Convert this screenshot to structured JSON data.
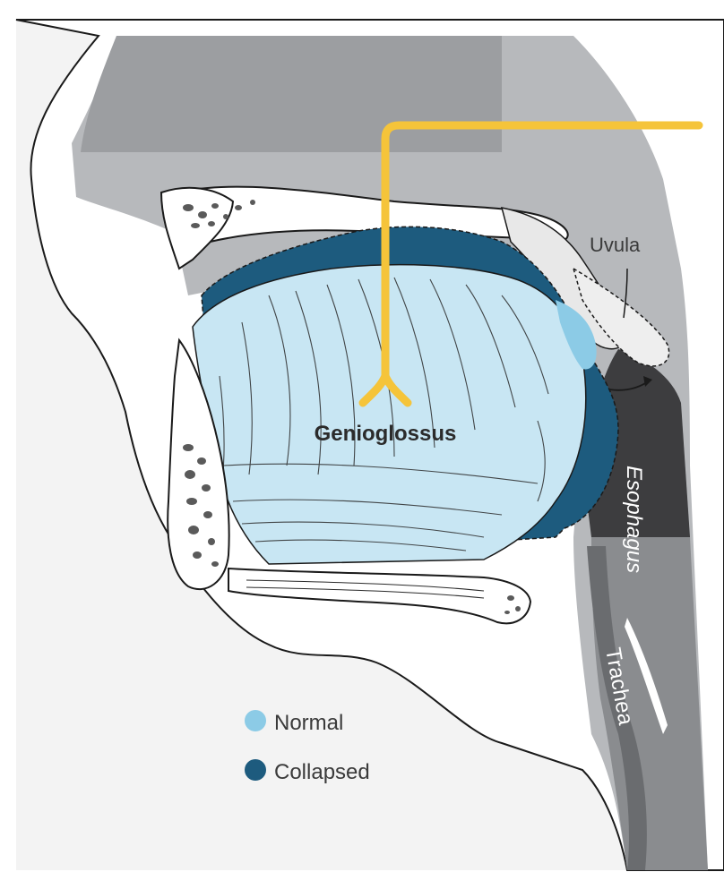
{
  "labels": {
    "uvula": "Uvula",
    "genioglossus": "Genioglossus",
    "esophagus": "Esophagus",
    "trachea": "Trachea"
  },
  "legend": {
    "items": [
      {
        "label": "Normal",
        "color": "#8ccbe6"
      },
      {
        "label": "Collapsed",
        "color": "#1d5b7e"
      }
    ]
  },
  "colors": {
    "airway_gray": "#b7b9bc",
    "tongue_normal": "#c8e6f3",
    "tongue_collapsed": "#1d5b7e",
    "electrode_wire": "#f5c43a",
    "bone_fill": "#ffffff",
    "bone_spots": "#5a5a5a",
    "esophagus_dark": "#3d3d3f"
  }
}
